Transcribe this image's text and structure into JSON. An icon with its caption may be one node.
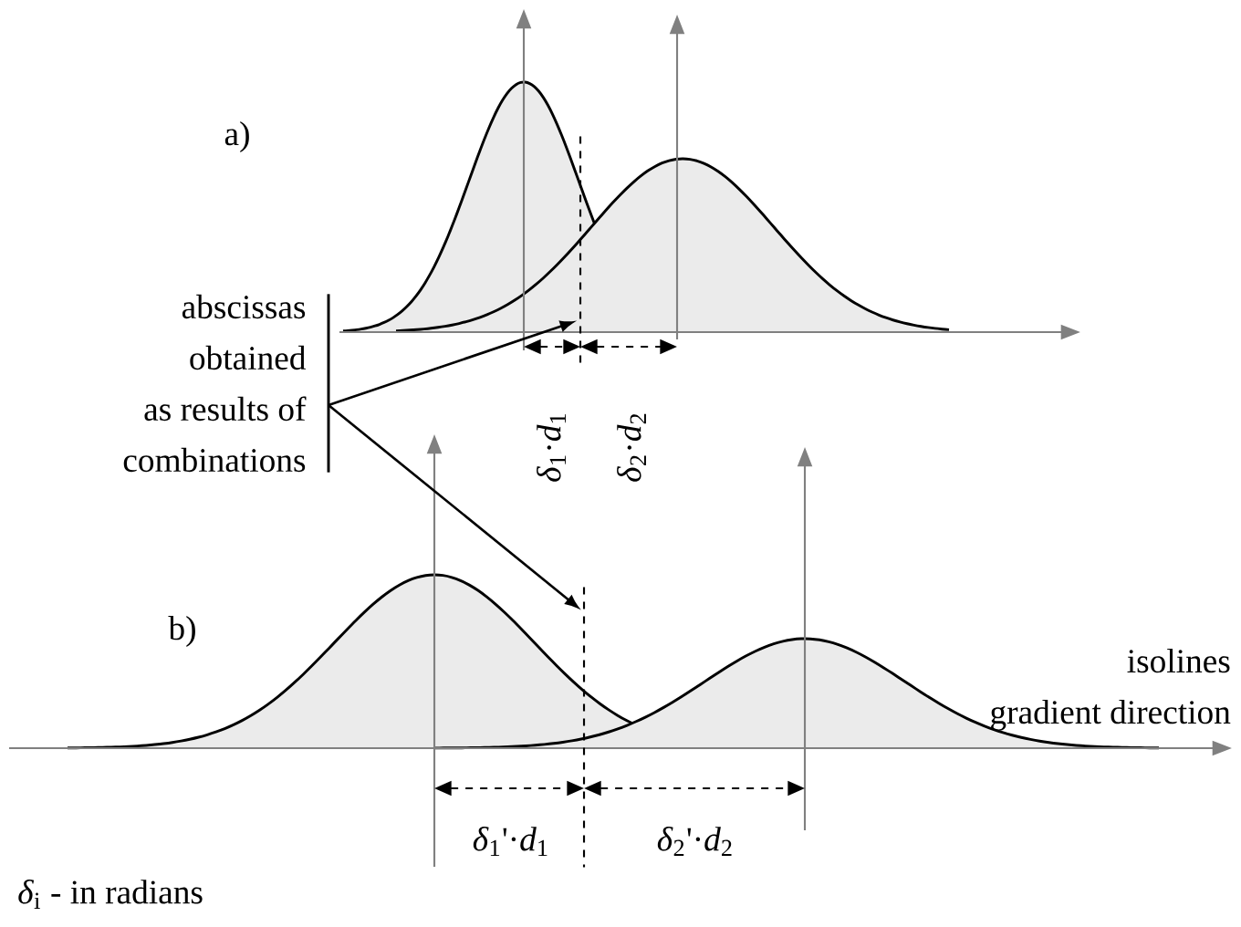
{
  "diagram": {
    "nodes": [
      {
        "text": [
          "abscissas obtained as results of combinations"
        ]
      },
      {
        "text": [],
        "shape": "line"
      },
      {
        "text": [],
        "shape": "line"
      }
    ],
    "edges": [
      {
        "from": 0,
        "to": 1,
        "arrow": "to"
      },
      {
        "from": 0,
        "to": 2,
        "arrow": "to"
      }
    ],
    "labels": [
      "a)",
      "*δ*$_{1}$·*d*$_{1}$",
      "*δ*$_{2}$·*d*$_{2}$",
      "b)",
      "isolines gradient direction",
      "*δ*$_{1}$'·*d*$_{1}$",
      "*δ*$_{2}$'·*d*$_{2}$",
      "*δ*$_{i}$ - in radians"
    ]
  }
}
